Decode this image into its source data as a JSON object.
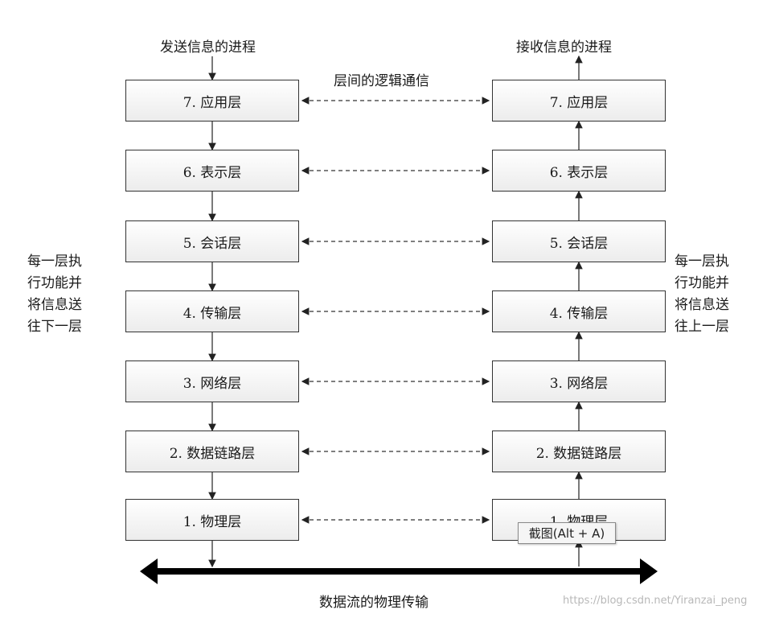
{
  "sender_title": "发送信息的进程",
  "receiver_title": "接收信息的进程",
  "logical_title": "层间的逻辑通信",
  "physical_title": "数据流的物理传输",
  "left_note": [
    "每一层执",
    "行功能并",
    "将信息送",
    "往下一层"
  ],
  "right_note": [
    "每一层执",
    "行功能并",
    "将信息送",
    "往上一层"
  ],
  "layers": [
    "7. 应用层",
    "6. 表示层",
    "5. 会话层",
    "4. 传输层",
    "3. 网络层",
    "2. 数据链路层",
    "1. 物理层"
  ],
  "tooltip": "截图(Alt + A)",
  "watermark": "https://blog.csdn.net/Yiranzai_peng"
}
